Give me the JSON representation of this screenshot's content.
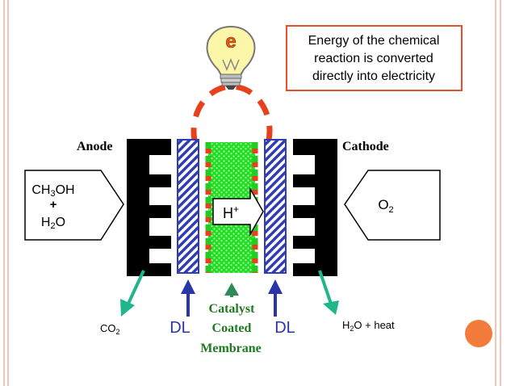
{
  "caption": {
    "lines": [
      "Energy of the chemical",
      "reaction is converted",
      "directly into electricity"
    ]
  },
  "bulb": {
    "letter": "e"
  },
  "labels": {
    "anode": "Anode",
    "cathode": "Cathode",
    "proton": {
      "base": "H",
      "sup": "+"
    },
    "co2": {
      "base": "CO",
      "sub": "2"
    },
    "dl_left": "DL",
    "dl_right": "DL",
    "catalyst_line1": "Catalyst",
    "catalyst_line2": "Coated",
    "catalyst_line3": "Membrane",
    "h2o_heat": {
      "pre": "H",
      "sub": "2",
      "post": "O + heat"
    }
  },
  "inputs": {
    "left": {
      "line1": {
        "base": "CH",
        "sub": "3",
        "post": "OH"
      },
      "line2": "+",
      "line3": {
        "base": "H",
        "sub": "2",
        "post": "O"
      }
    },
    "right": {
      "base": "O",
      "sub": "2"
    }
  },
  "colors": {
    "frame_line": "#f3c5b8",
    "caption_border": "#e84f2a",
    "circuit_dash": "#e8401c",
    "electrode": "#000000",
    "diffusion_layer": "#2f3cb4",
    "membrane": "#22dd22",
    "membrane_dot": "#9af79a",
    "exhaust_arrow": "#1fb68c",
    "dl_label": "#2a35a8",
    "catalyst_label": "#1f7a1f",
    "bulb_glass": "#fbf6a8",
    "bulb_letter": "#e55a12",
    "accent_circle": "#f37b3c"
  },
  "icons": [
    "lightbulb-icon",
    "arrow-up-icon",
    "arrow-down-icon"
  ]
}
